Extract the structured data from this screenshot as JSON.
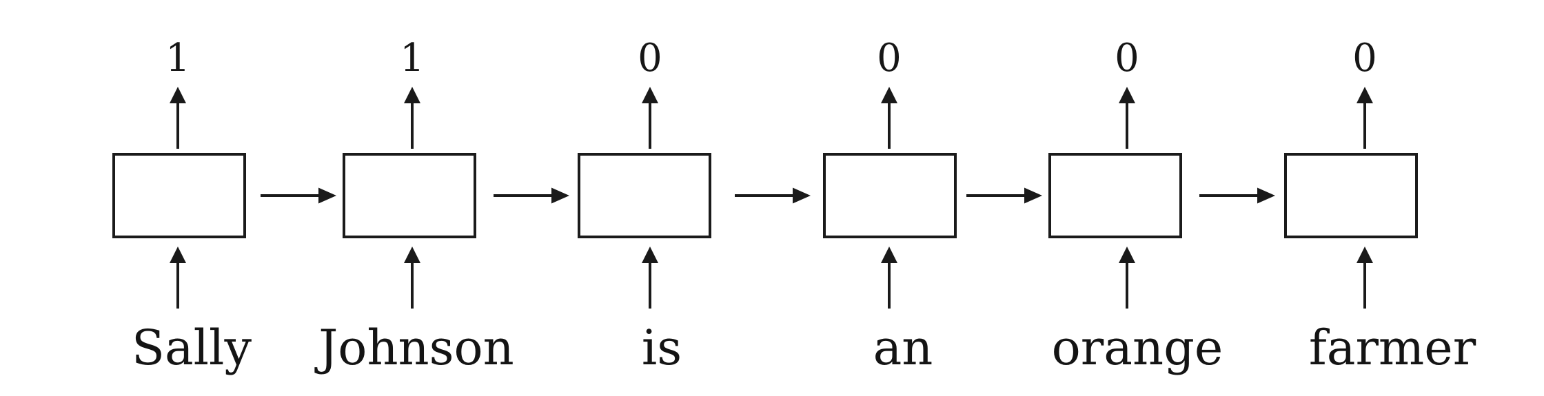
{
  "diagram": {
    "description_visible_text_only": "",
    "steps": [
      {
        "word": "Sally",
        "output": "1"
      },
      {
        "word": "Johnson",
        "output": "1"
      },
      {
        "word": "is",
        "output": "0"
      },
      {
        "word": "an",
        "output": "0"
      },
      {
        "word": "orange",
        "output": "0"
      },
      {
        "word": "farmer",
        "output": "0"
      }
    ],
    "colors": {
      "ink": "#1a1a1a",
      "cell_border": "#1b1b1b",
      "background": "#ffffff"
    }
  }
}
